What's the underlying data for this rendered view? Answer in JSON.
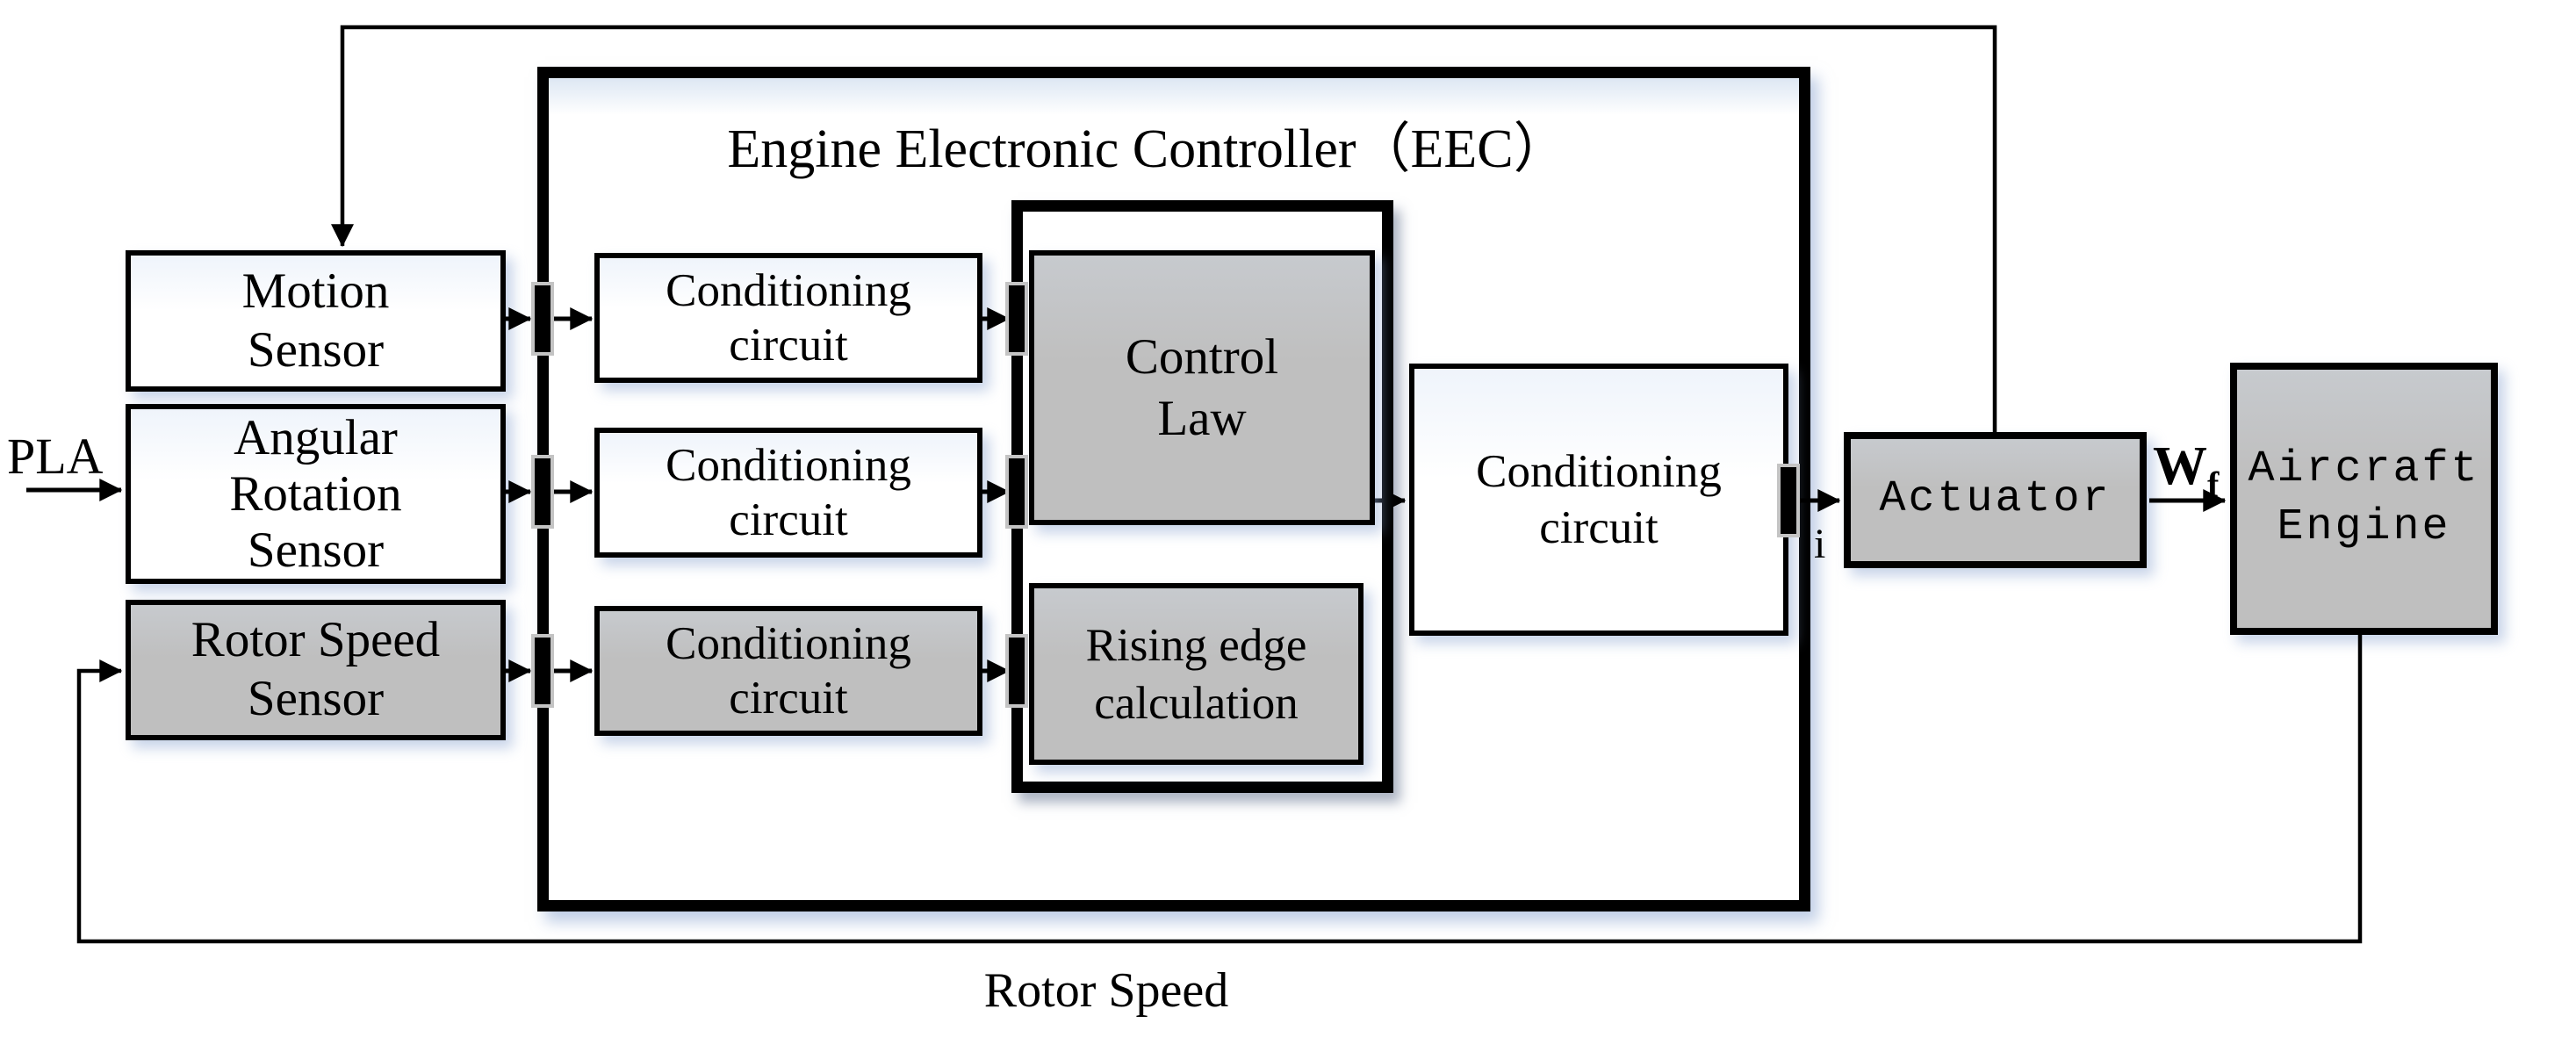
{
  "diagram": {
    "title": "Engine Electronic Controller（EEC）",
    "blocks": {
      "motion_sensor": {
        "label": "Motion\nSensor"
      },
      "angular_rotation_sensor": {
        "label": "Angular\nRotation\nSensor"
      },
      "rotor_speed_sensor": {
        "label": "Rotor Speed\nSensor"
      },
      "conditioning_circuit_1": {
        "label": "Conditioning\ncircuit"
      },
      "conditioning_circuit_2": {
        "label": "Conditioning\ncircuit"
      },
      "conditioning_circuit_3": {
        "label": "Conditioning\ncircuit"
      },
      "control_law": {
        "label": "Control\nLaw"
      },
      "rising_edge_calculation": {
        "label": "Rising edge\ncalculation"
      },
      "conditioning_circuit_out": {
        "label": "Conditioning\ncircuit"
      },
      "actuator": {
        "label": "Actuator"
      },
      "aircraft_engine": {
        "label": "Aircraft\nEngine"
      }
    },
    "signals": {
      "pla": "PLA",
      "current": "i",
      "fuel_flow_base": "W",
      "fuel_flow_sub": "f",
      "rotor_speed_feedback": "Rotor Speed"
    },
    "colors": {
      "block_gray": "#bfbfbf",
      "line_black": "#000000",
      "port_outline": "#c4c4c4",
      "shadow_blue": "#8da6d1"
    }
  }
}
